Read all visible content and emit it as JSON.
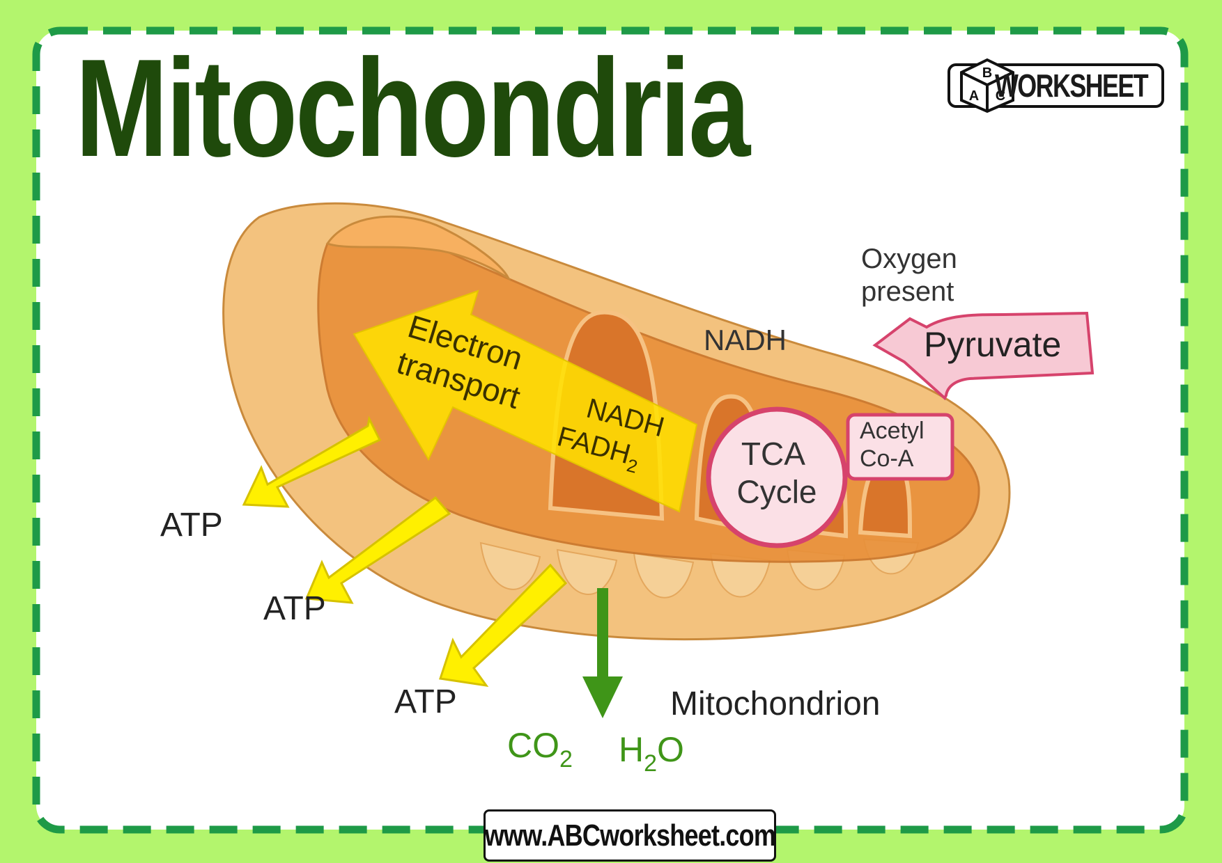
{
  "title": "Mitochondria",
  "logo": {
    "name": "ABC WORKSHEET",
    "cube_letters": [
      "B",
      "A",
      "C"
    ],
    "word": "WORKSHEET"
  },
  "footer": {
    "url": "www.ABCworksheet.com"
  },
  "colors": {
    "background": "#b3f56d",
    "border_dash": "#1e9a47",
    "title": "#1f4a0b",
    "outer_membrane": "#f3c27e",
    "matrix": "#e8903a",
    "electron_arrow": "#ffe200",
    "atp_arrow": "#fff000",
    "pyruvate_arrow": "#f7c9d4",
    "pink_outline": "#d6436c",
    "water_arrow": "#3f9518"
  },
  "diagram": {
    "oxygen": "Oxygen\npresent",
    "nadh_top": "NADH",
    "pyruvate": "Pyruvate",
    "electron_transport": "Electron\ntransport",
    "nadh": "NADH",
    "fadh": "FADH",
    "fadh_sub": "2",
    "tca": "TCA\nCycle",
    "acetyl": "Acetyl\nCo-A",
    "atp_labels": [
      "ATP",
      "ATP",
      "ATP"
    ],
    "co2_base": "CO",
    "co2_sub": "2",
    "h2o_h": "H",
    "h2o_sub": "2",
    "h2o_o": "O",
    "mitochondrion": "Mitochondrion"
  }
}
